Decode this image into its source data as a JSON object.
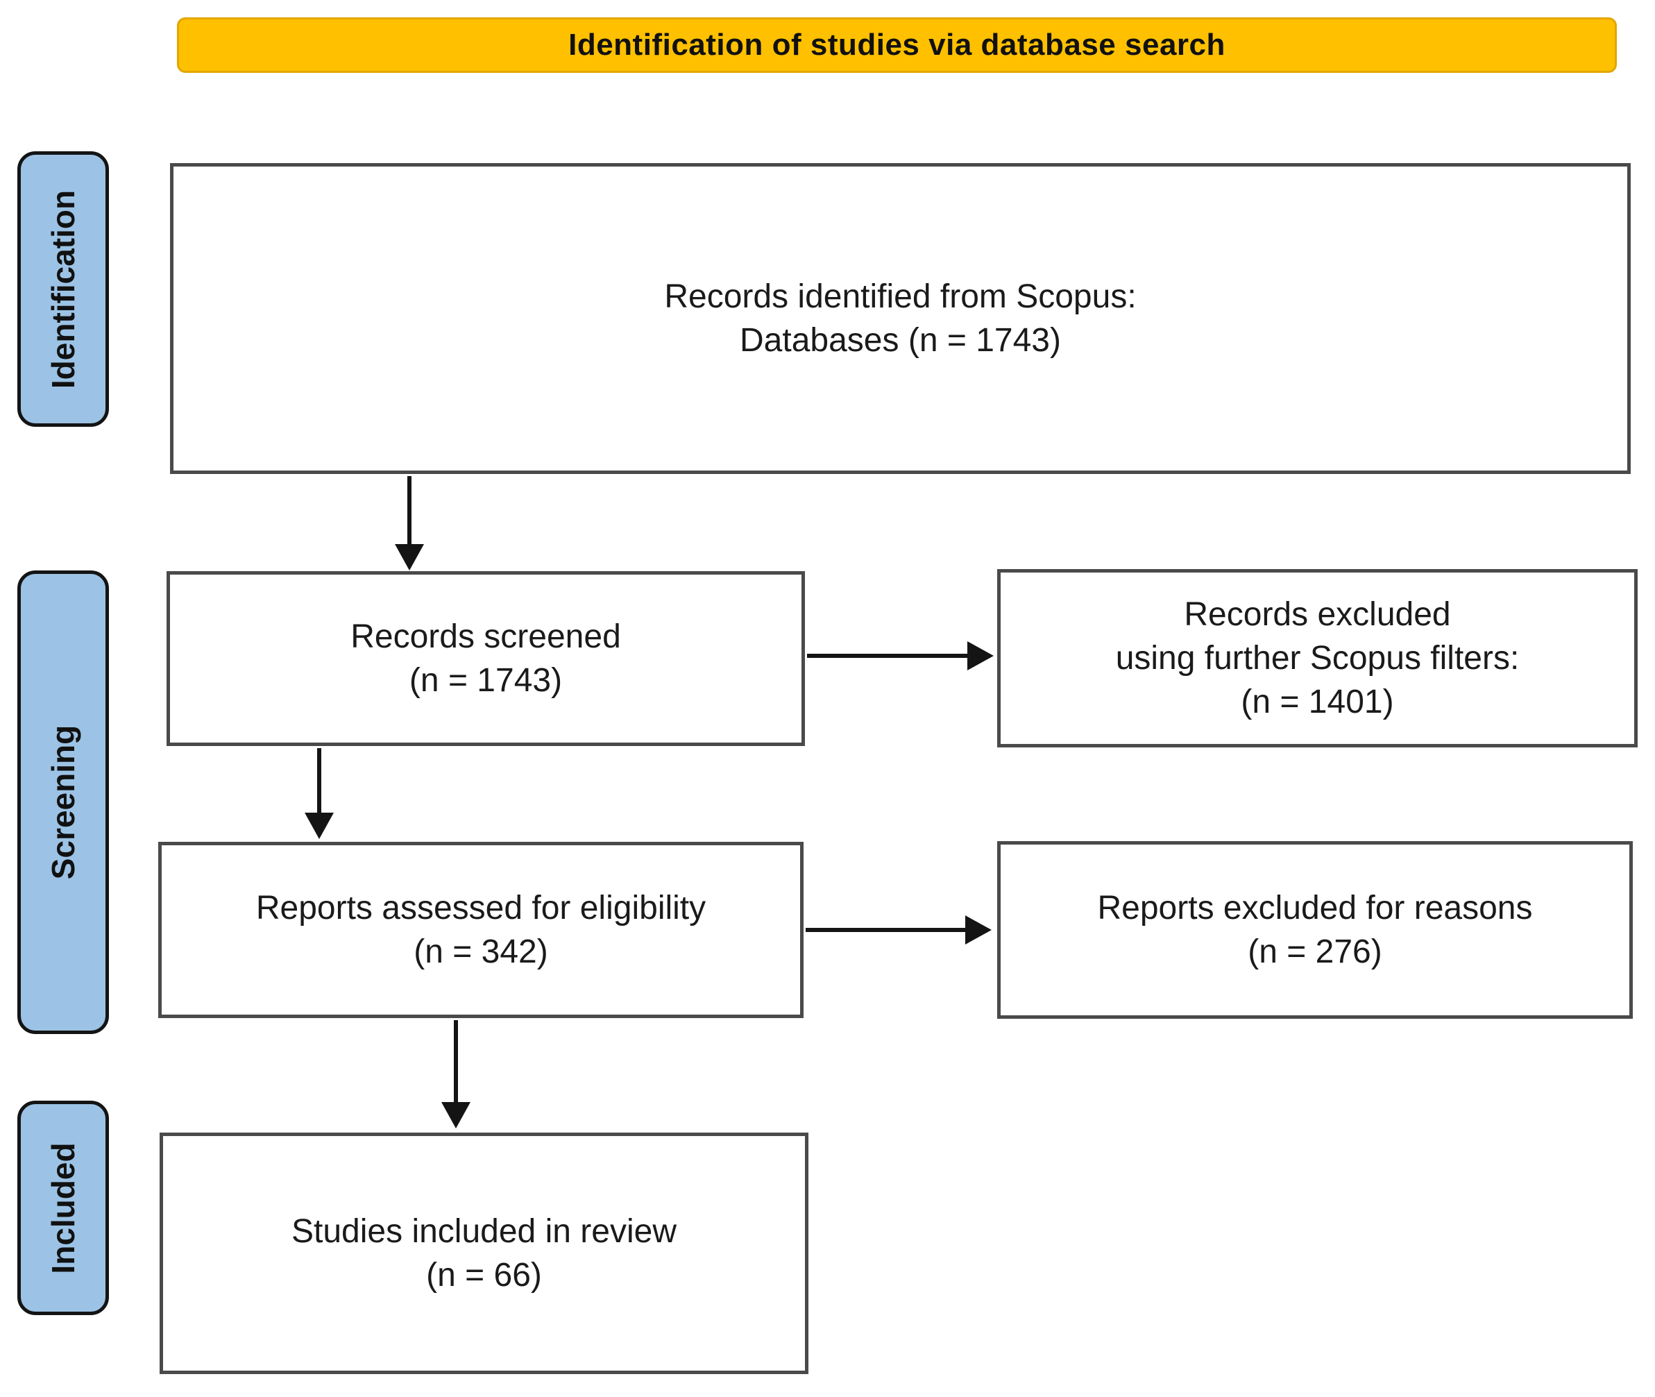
{
  "banner": {
    "title": "Identification of studies via database search"
  },
  "stages": {
    "identification": "Identification",
    "screening": "Screening",
    "included": "Included"
  },
  "boxes": {
    "identified": {
      "lines": [
        "Records identified from Scopus:",
        "Databases (n = 1743)"
      ]
    },
    "screened": {
      "lines": [
        "Records screened",
        "(n = 1743)"
      ]
    },
    "excluded_records": {
      "lines": [
        "Records excluded",
        "using further Scopus filters:",
        "(n = 1401)"
      ]
    },
    "assessed": {
      "lines": [
        "Reports assessed for eligibility",
        "(n = 342)"
      ]
    },
    "excluded_reports": {
      "lines": [
        "Reports excluded for reasons",
        "(n = 276)"
      ]
    },
    "included_studies": {
      "lines": [
        "Studies included in review",
        "(n = 66)"
      ]
    }
  },
  "counts": {
    "identified": 1743,
    "screened": 1743,
    "excluded_by_filters": 1401,
    "assessed": 342,
    "excluded_for_reasons": 276,
    "included": 66
  },
  "colors": {
    "banner_bg": "#FFC000",
    "stage_bg": "#9CC3E5",
    "box_border": "#4A4A4A",
    "arrow": "#141414"
  }
}
